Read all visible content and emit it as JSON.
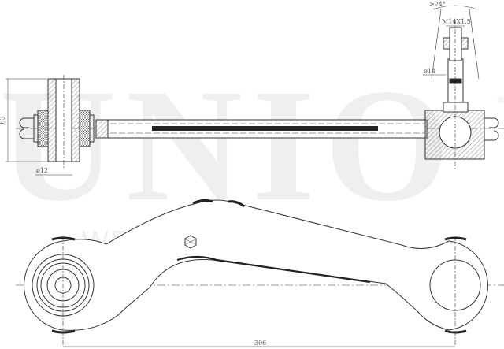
{
  "watermark": {
    "brand": "UNIO",
    "subtitle": "WEX INDUSTRIES",
    "registered_mark": "®"
  },
  "dimensions": {
    "overall_length": "306",
    "bushing_height": "63",
    "bore_diameter": "ø12",
    "stud_diameter": "ø14",
    "thread": "M14X1,5",
    "stud_angle": "≥24°"
  },
  "colors": {
    "line": "#333333",
    "watermark": "#efefef",
    "fill_dark": "#222222"
  }
}
